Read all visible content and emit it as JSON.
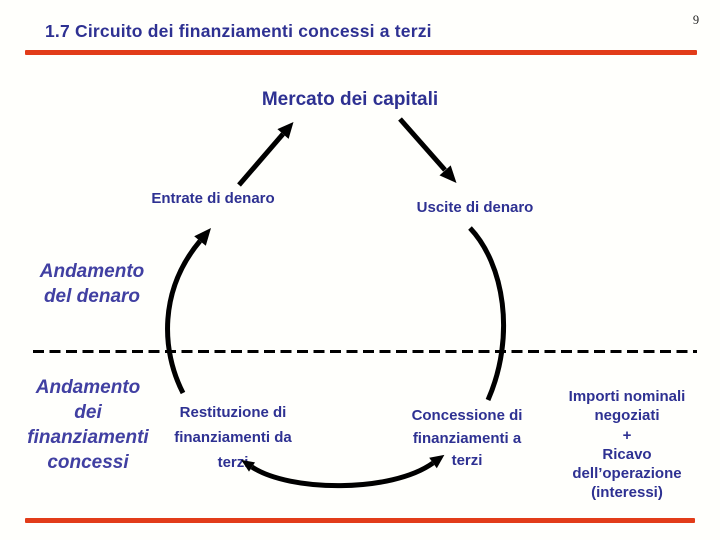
{
  "page": {
    "number": "9"
  },
  "header": {
    "title": "1.7 Circuito dei finanziamenti concessi a terzi"
  },
  "diagram": {
    "top_label": "Mercato dei capitali",
    "inflow_label": "Entrate di denaro",
    "outflow_label": "Uscite di denaro",
    "left_upper_label": "Andamento\ndel denaro",
    "left_lower_label": "Andamento\ndei\nfinanziamenti\nconcessi",
    "restitution_label": "Restituzione di\nfinanziamenti da\nterzi",
    "concession_label": "Concessione di\nfinanziamenti a\nterzi",
    "amounts_label": "Importi nominali\nnegoziati\n+\nRicavo\ndell’operazione\n(interessi)"
  },
  "colors": {
    "accent_red": "#e23c19",
    "text_navy": "#2e3192",
    "text_italic_navy": "#4140a2",
    "diagram_black": "#000000",
    "background": "#fffffc"
  }
}
